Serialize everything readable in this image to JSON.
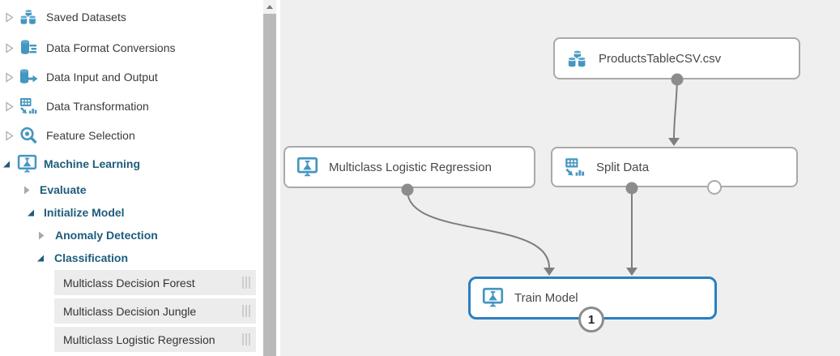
{
  "sidebar": {
    "rows": [
      {
        "label": "Saved Datasets",
        "icon": "saved-datasets-icon",
        "state": "collapsed"
      },
      {
        "label": "Data Format Conversions",
        "icon": "data-format-conversions-icon",
        "state": "collapsed"
      },
      {
        "label": "Data Input and Output",
        "icon": "data-input-output-icon",
        "state": "collapsed"
      },
      {
        "label": "Data Transformation",
        "icon": "data-transformation-icon",
        "state": "collapsed"
      },
      {
        "label": "Feature Selection",
        "icon": "feature-selection-icon",
        "state": "collapsed"
      },
      {
        "label": "Machine Learning",
        "icon": "machine-learning-icon",
        "state": "expanded"
      },
      {
        "label": "Evaluate",
        "state": "collapsed"
      },
      {
        "label": "Initialize Model",
        "state": "expanded"
      },
      {
        "label": "Anomaly Detection",
        "state": "collapsed"
      },
      {
        "label": "Classification",
        "state": "expanded"
      },
      {
        "label": "Multiclass Decision Forest",
        "type": "module"
      },
      {
        "label": "Multiclass Decision Jungle",
        "type": "module"
      },
      {
        "label": "Multiclass Logistic Regression",
        "type": "module"
      }
    ]
  },
  "canvas": {
    "nodes": [
      {
        "label": "ProductsTableCSV.csv",
        "icon": "dataset-icon"
      },
      {
        "label": "Multiclass Logistic Regression",
        "icon": "machine-learning-icon"
      },
      {
        "label": "Split Data",
        "icon": "data-transformation-icon"
      },
      {
        "label": "Train Model",
        "icon": "machine-learning-icon",
        "selected": true,
        "badge": "1"
      }
    ],
    "connections": [
      {
        "from": "ProductsTableCSV.csv",
        "to": "Split Data"
      },
      {
        "from": "Multiclass Logistic Regression",
        "to": "Train Model"
      },
      {
        "from": "Split Data",
        "to": "Train Model"
      }
    ]
  },
  "colors": {
    "icon_blue": "#4596c1",
    "bold_tree_text": "#1d5c7d",
    "selected_node_border": "#2a7fc1",
    "connector_gray": "#7e7e7e",
    "canvas_background": "#efefef"
  }
}
